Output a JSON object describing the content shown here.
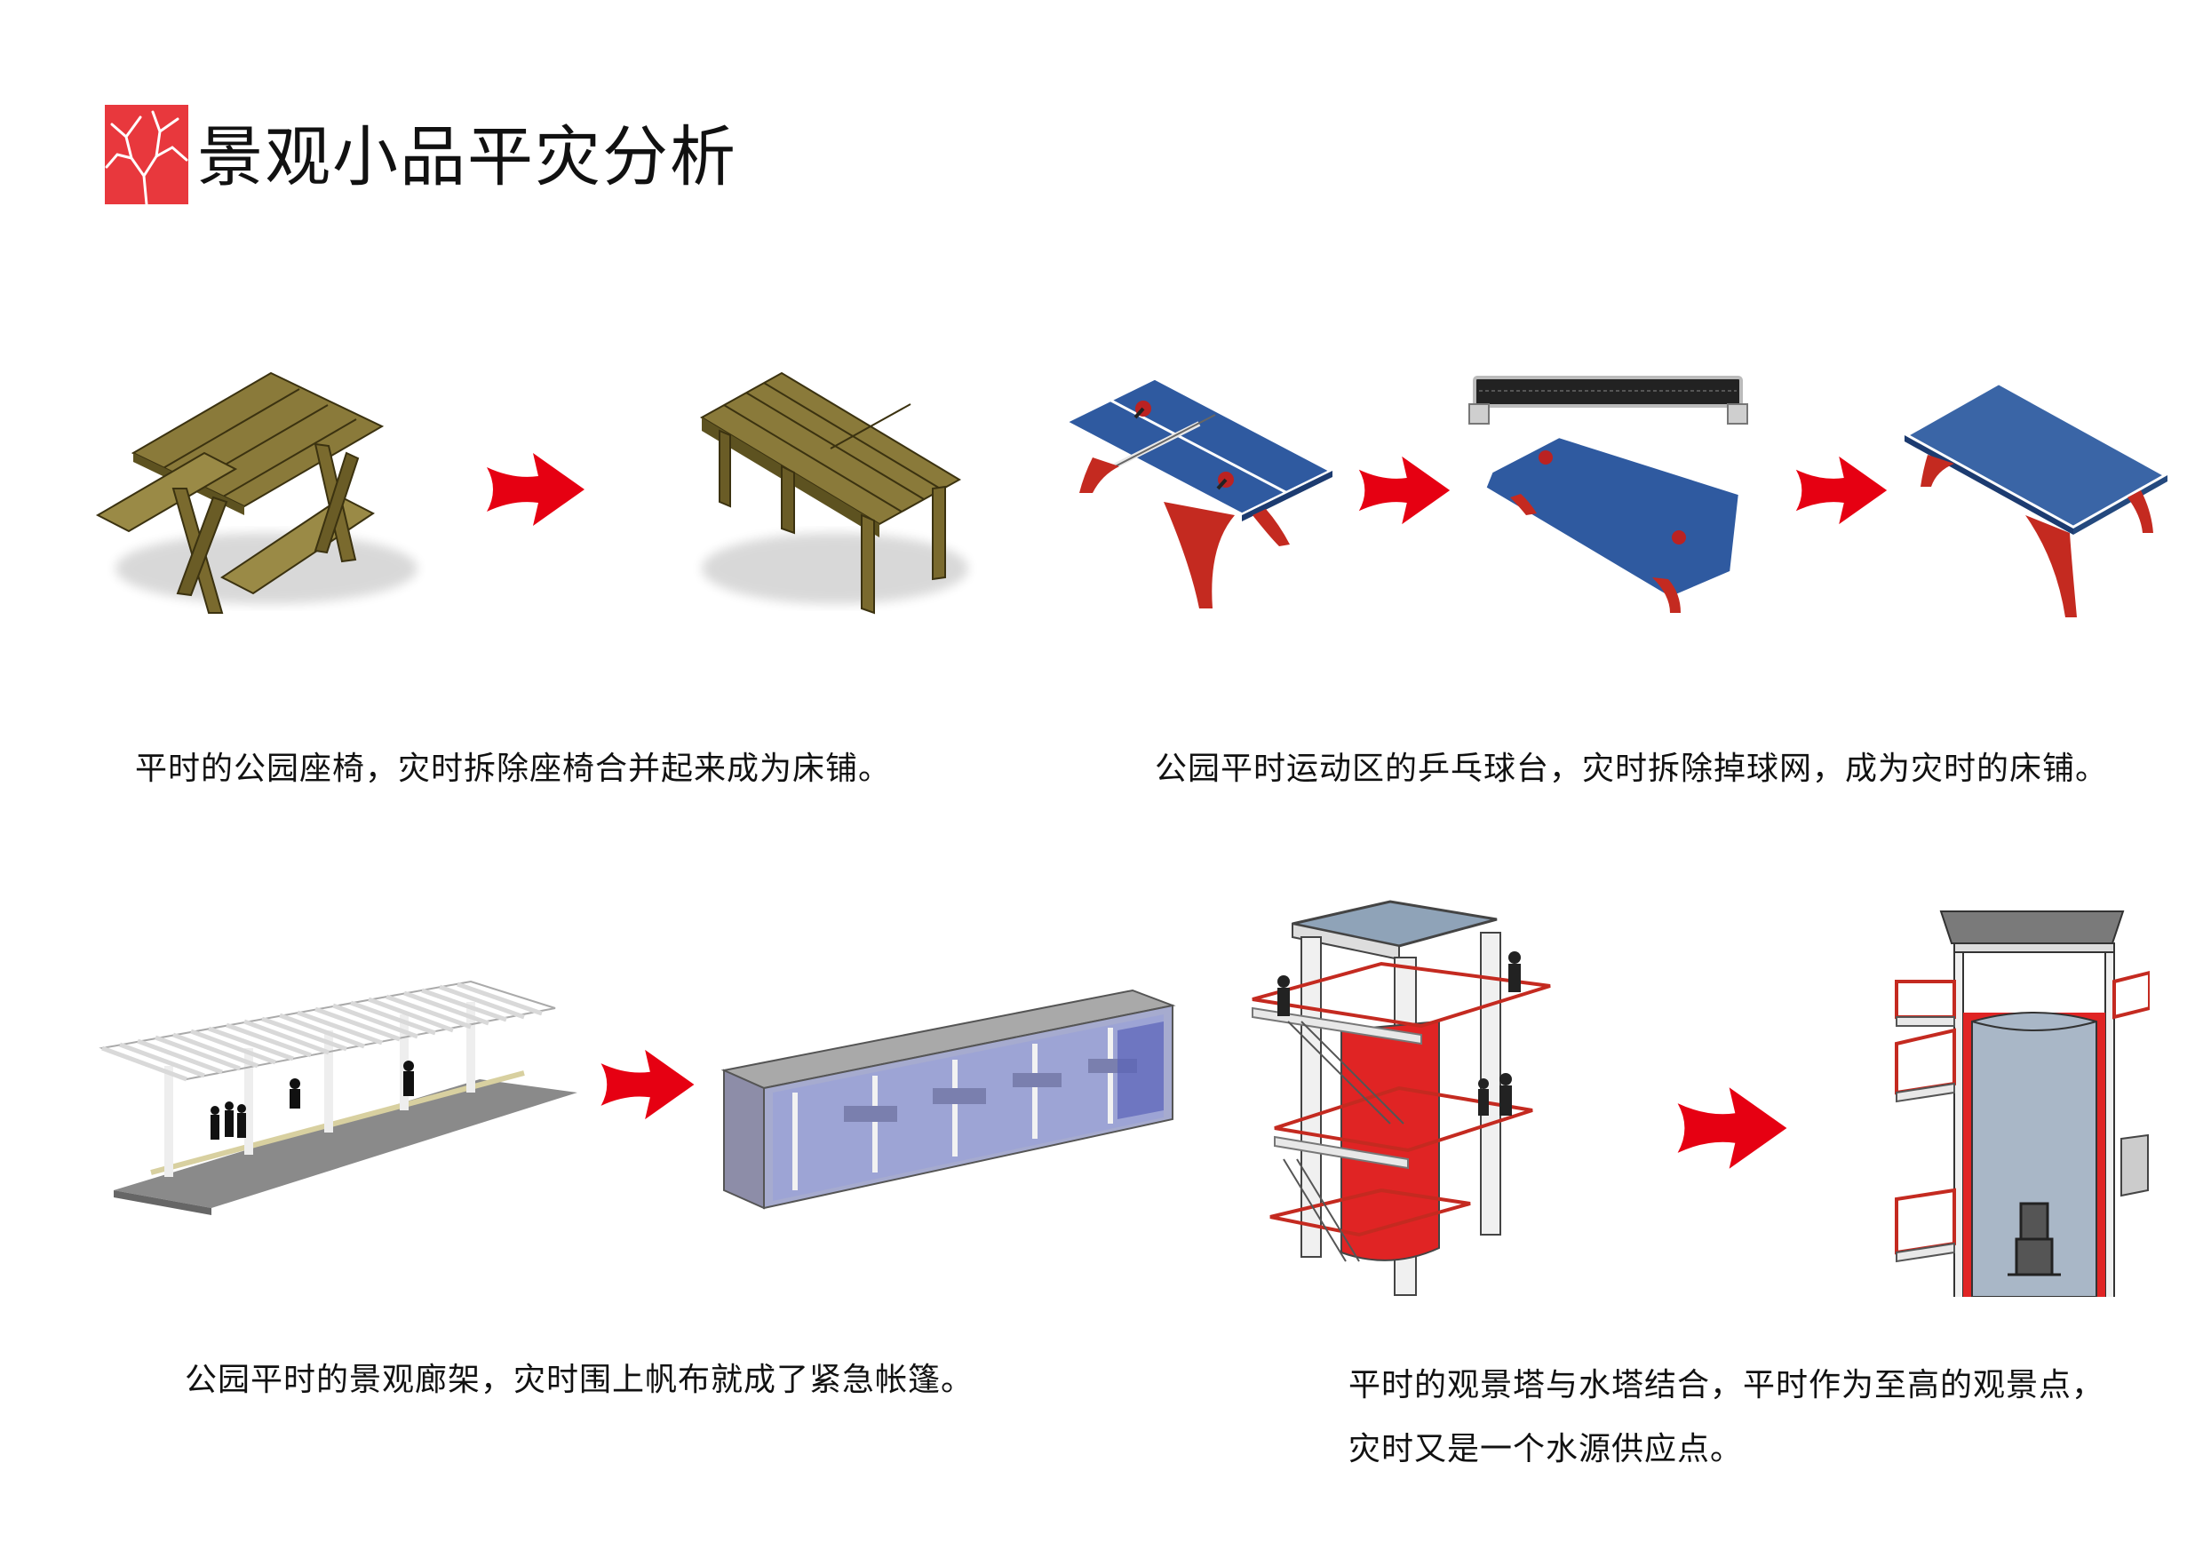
{
  "page": {
    "title": "景观小品平灾分析",
    "title_mark_icon": "red-cracked-tile-logo",
    "accent_color": "#e8383d",
    "arrow_color": "#e60012"
  },
  "sections": [
    {
      "name": "bench",
      "caption": "平时的公园座椅，灾时拆除座椅合并起来成为床铺。",
      "before_icon": "picnic-bench-illustration",
      "after_icon": "bed-platform-illustration"
    },
    {
      "name": "pingpong",
      "caption": "公园平时运动区的乒乓球台，灾时拆除掉球网，成为灾时的床铺。",
      "before_icon": "table-tennis-table-illustration",
      "middle_icon": "table-net-removed-illustration",
      "after_icon": "table-bed-illustration"
    },
    {
      "name": "pergola",
      "caption": "公园平时的景观廊架，灾时围上帆布就成了紧急帐篷。",
      "before_icon": "pergola-corridor-illustration",
      "after_icon": "emergency-tent-illustration"
    },
    {
      "name": "tower",
      "caption_line1": "平时的观景塔与水塔结合，平时作为至高的观景点，",
      "caption_line2": "灾时又是一个水源供应点。",
      "before_icon": "observation-tower-illustration",
      "after_icon": "water-tower-section-illustration"
    }
  ]
}
